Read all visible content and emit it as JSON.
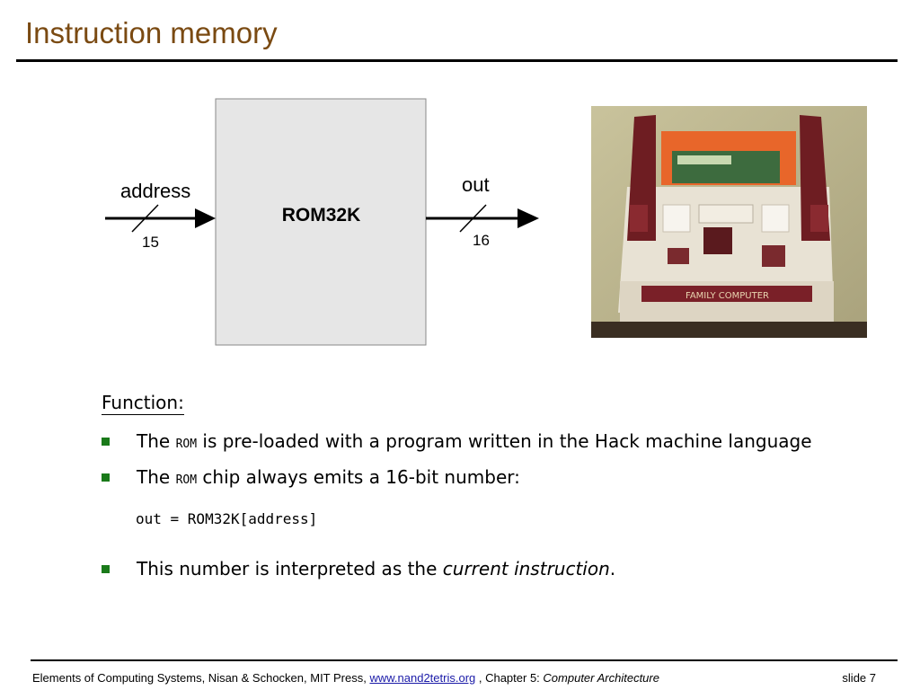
{
  "slide": {
    "title": "Instruction memory",
    "number": "slide 7"
  },
  "diagram": {
    "chip_name": "ROM32K",
    "input_label": "address",
    "input_width": "15",
    "output_label": "out",
    "output_width": "16"
  },
  "content": {
    "heading": "Function:",
    "bullets": [
      {
        "before": "The ",
        "code": "ROM",
        "after": " is pre-loaded with a program written in the Hack machine language"
      },
      {
        "before": "The ",
        "code": "ROM",
        "after": " chip always emits a 16-bit number:"
      },
      {
        "before": "This number is interpreted as the ",
        "emphasis": "current instruction",
        "after": "."
      }
    ],
    "code_line": "out = ROM32K[address]"
  },
  "footer": {
    "citation": "Elements of Computing Systems, Nisan & Schocken, MIT Press, ",
    "link": "www.nand2tetris.org",
    "chapter": " , Chapter 5: ",
    "chapter_title": "Computer Architecture"
  },
  "colors": {
    "title": "#7a4a12",
    "chip_fill": "#e6e6e6",
    "bullet": "#1a7a1a",
    "link": "#1a1aa8"
  }
}
